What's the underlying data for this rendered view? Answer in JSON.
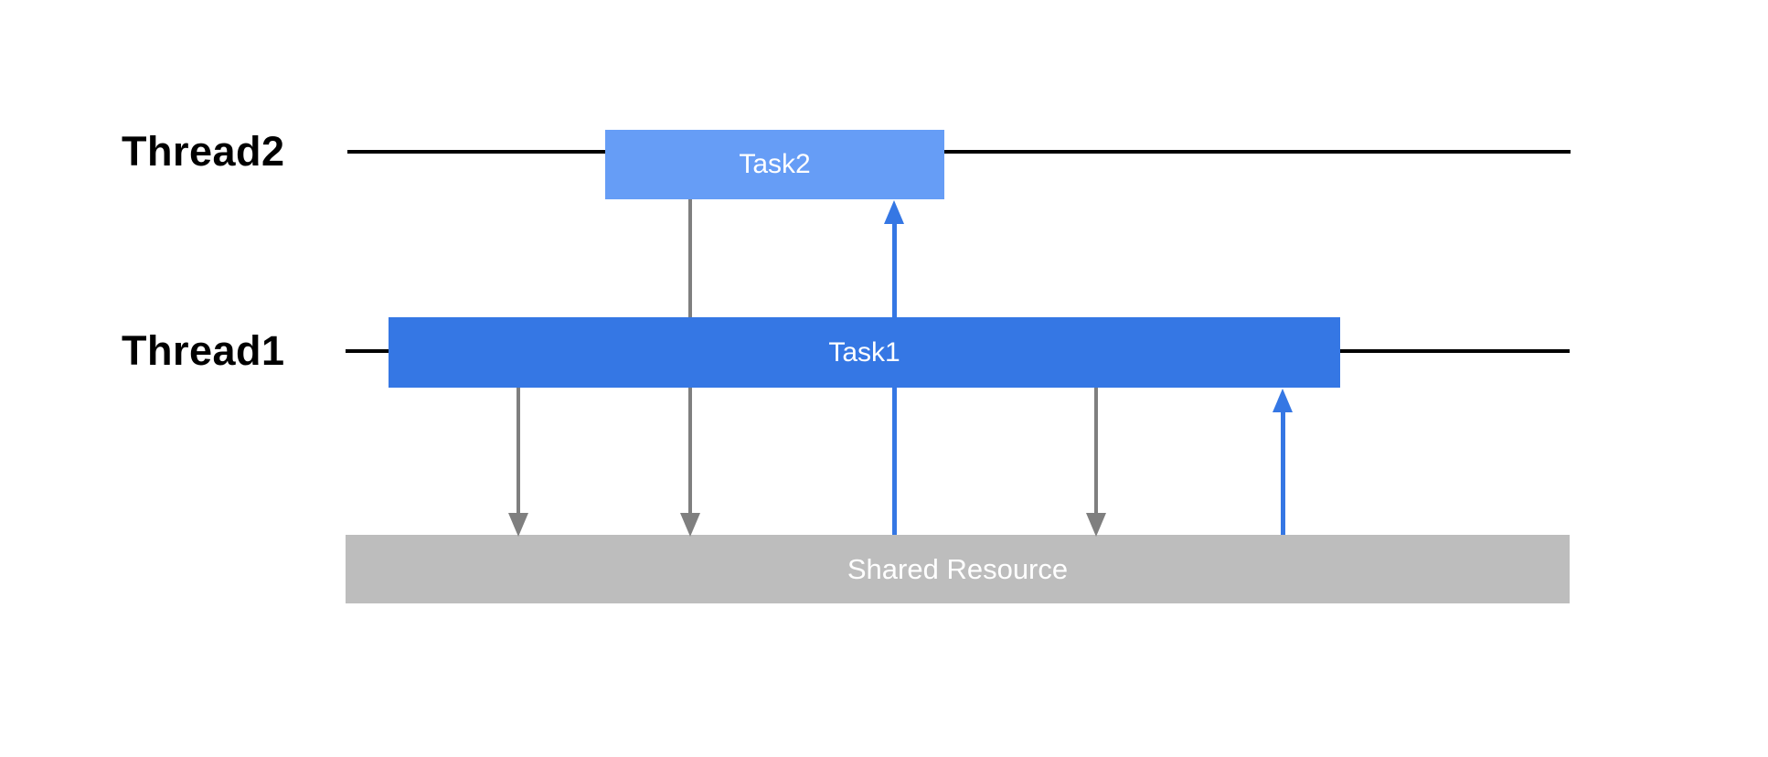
{
  "lanes": [
    {
      "id": "thread2",
      "label": "Thread2"
    },
    {
      "id": "thread1",
      "label": "Thread1"
    }
  ],
  "tasks": [
    {
      "id": "task2",
      "label": "Task2",
      "fill": "#669DF6",
      "text_color": "#FFFFFF"
    },
    {
      "id": "task1",
      "label": "Task1",
      "fill": "#3577E4",
      "text_color": "#FFFFFF"
    }
  ],
  "resource": {
    "label": "Shared Resource",
    "fill": "#BDBDBD",
    "text_color": "#FFFFFF"
  },
  "colors": {
    "background": "#FFFFFF",
    "timeline_line": "#000000",
    "lane_label_text": "#000000",
    "gray_arrow": "#7F7F7F",
    "blue_arrow": "#3577E4"
  },
  "arrows": [
    {
      "from": "task1",
      "to": "shared-resource",
      "direction": "down",
      "style": "gray"
    },
    {
      "from": "task2",
      "to": "shared-resource",
      "direction": "down",
      "style": "gray"
    },
    {
      "from": "task1",
      "to": "shared-resource",
      "direction": "down",
      "style": "gray"
    },
    {
      "from": "shared-resource",
      "to": "task2",
      "direction": "up",
      "style": "blue"
    },
    {
      "from": "shared-resource",
      "to": "task1",
      "direction": "up",
      "style": "blue"
    }
  ]
}
